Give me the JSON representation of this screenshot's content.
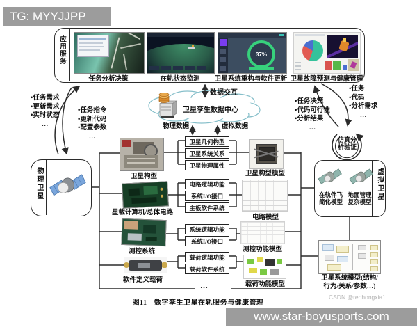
{
  "watermarks": {
    "tg": "TG: MYYJJPP",
    "site": "www.star-boyusports.com",
    "csdn": "CSDN @renhongxia1"
  },
  "top_banner": {
    "side_label": "应用服务",
    "screens": [
      {
        "label": "任务分析决策"
      },
      {
        "label": "在轨状态监测"
      },
      {
        "label": "卫星系统重构与软件更新",
        "progress": "37%"
      },
      {
        "label": "卫星故障预测与健康管理"
      }
    ]
  },
  "data_center": {
    "exchange_label": "数据交互",
    "cloud_label": "卫星孪生数据中心",
    "physical_data_label": "物理数据",
    "virtual_data_label": "虚拟数据"
  },
  "left_flows": {
    "uplink": [
      "•任务需求",
      "•更新需求",
      "•实时状态",
      "…"
    ],
    "downlink": [
      "•任务指令",
      "•更新代码",
      "•配置参数",
      "…"
    ]
  },
  "right_flows": {
    "to_sim": [
      "•任务",
      "•代码",
      "•分析需求",
      "…"
    ],
    "from_sim": [
      "•任务决策",
      "•代码可行性",
      "•分析结果",
      "…"
    ]
  },
  "physical_satellite": {
    "label": "物理卫星"
  },
  "virtual_satellite": {
    "label": "虚拟卫星",
    "left_line1": "在轨伴飞",
    "left_line2": "简化模型",
    "right_line1": "地面管理",
    "right_line2": "复杂模型"
  },
  "sim_verify": {
    "line1": "仿真分",
    "line2": "析验证"
  },
  "components": [
    {
      "name": "卫星构型",
      "attributes": [
        "卫星几何构型",
        "卫星系统关系",
        "卫星物理属性"
      ],
      "model": "卫星构型模型"
    },
    {
      "name": "星载计算机/总体电路",
      "attributes": [
        "电路逻辑功能",
        "系统I/O接口",
        "主板软件系统"
      ],
      "model": "电路模型"
    },
    {
      "name": "测控系统",
      "attributes": [
        "系统逻辑功能",
        "系统I/O接口"
      ],
      "model": "测控功能模型"
    },
    {
      "name": "软件定义载荷",
      "attributes": [
        "载荷逻辑功能",
        "载荷软件系统"
      ],
      "model": "载荷功能模型"
    }
  ],
  "system_model": {
    "line1": "卫星系统模型(结构/",
    "line2": "行为/关系/参数…)"
  },
  "ellipsis": "…",
  "caption": "图11　数字孪生卫星在轨服务与健康管理",
  "colors": {
    "diagram_line": "#2b2b2b",
    "cloud_stroke": "#86bfca",
    "watermark_bg": "#9c9c9c",
    "ring_green": "#37d17c",
    "sidebar_purple": "#7a3df0",
    "pie": [
      "#35c29b",
      "#e25a52",
      "#4a6fd0"
    ]
  }
}
